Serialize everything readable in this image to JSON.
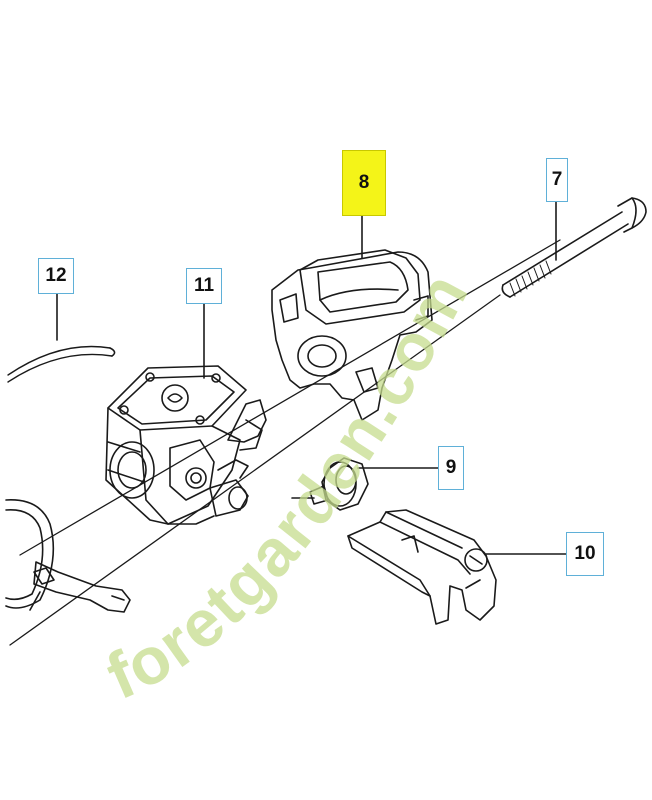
{
  "diagram": {
    "callouts": [
      {
        "id": "7",
        "label": "7",
        "highlighted": false
      },
      {
        "id": "8",
        "label": "8",
        "highlighted": true
      },
      {
        "id": "9",
        "label": "9",
        "highlighted": false
      },
      {
        "id": "10",
        "label": "10",
        "highlighted": false
      },
      {
        "id": "11",
        "label": "11",
        "highlighted": false
      },
      {
        "id": "12",
        "label": "12",
        "highlighted": false
      }
    ],
    "watermark": {
      "text": "foretgarden.com",
      "colors": {
        "green": "#c5dc8e",
        "orange": "#f2b26a",
        "gray": "#c9c2b5"
      }
    },
    "colors": {
      "line": "#1a1a1a",
      "callout_border": "#5fb0d8",
      "highlight": "#f4f418"
    }
  }
}
